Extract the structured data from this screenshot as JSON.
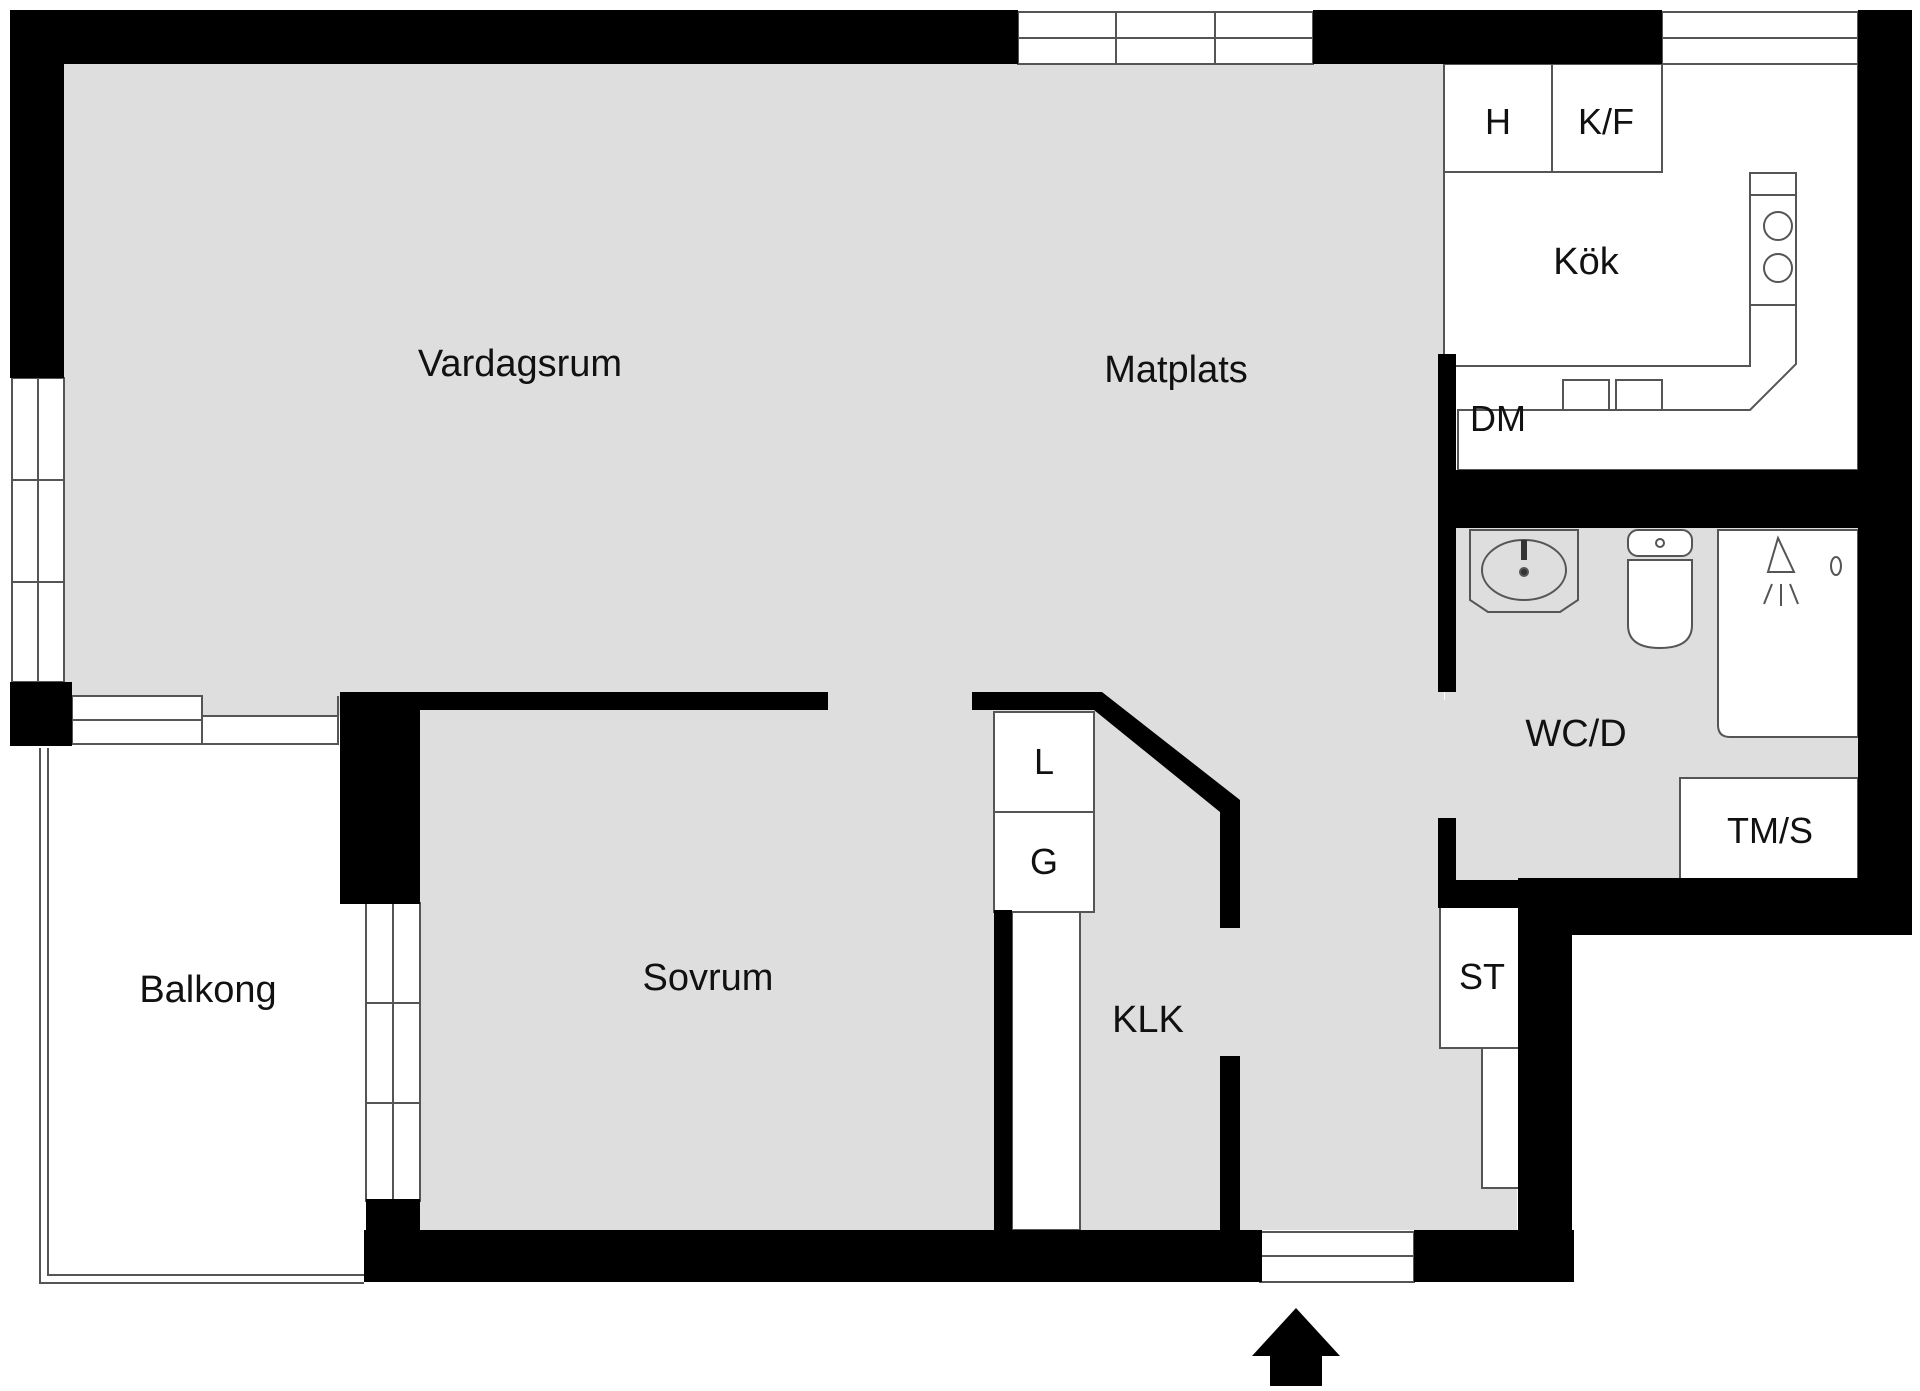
{
  "rooms": {
    "vardagsrum": "Vardagsrum",
    "matplats": "Matplats",
    "kok": "Kök",
    "sovrum": "Sovrum",
    "balkong": "Balkong",
    "klk": "KLK",
    "wcd": "WC/D"
  },
  "fixtures": {
    "h": "H",
    "kf": "K/F",
    "dm": "DM",
    "l": "L",
    "g": "G",
    "st": "ST",
    "tms": "TM/S"
  },
  "icons": {
    "entrance": "entrance-arrow-icon",
    "sink": "sink-icon",
    "toilet": "toilet-icon",
    "shower": "shower-icon",
    "stove": "stove-icon"
  },
  "colors": {
    "wall": "#000000",
    "floor": "#dedede",
    "background": "#ffffff",
    "fixture_stroke": "#555555"
  }
}
